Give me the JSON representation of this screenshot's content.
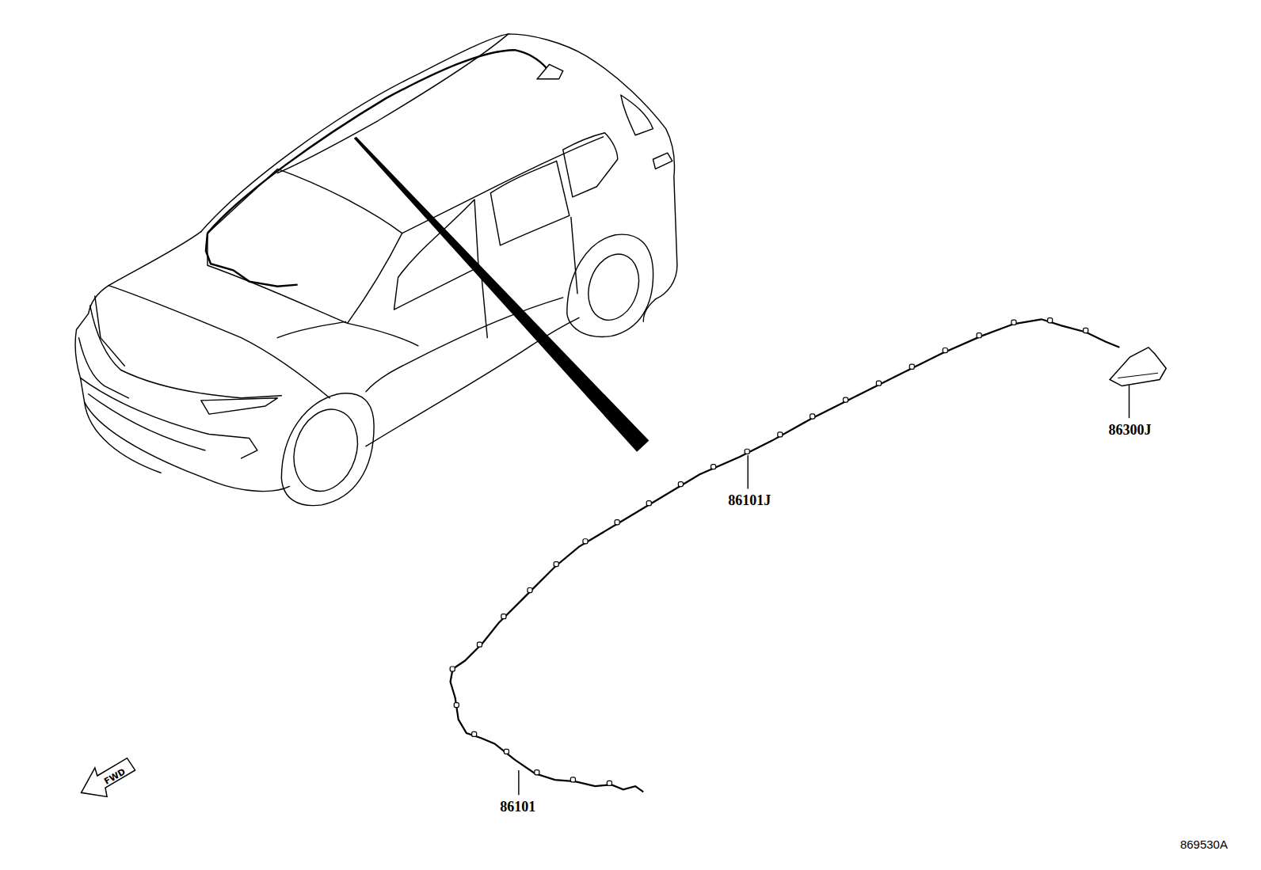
{
  "diagram": {
    "labels": [
      "86300J",
      "86101J",
      "86101",
      "FWD",
      "869530A"
    ]
  }
}
